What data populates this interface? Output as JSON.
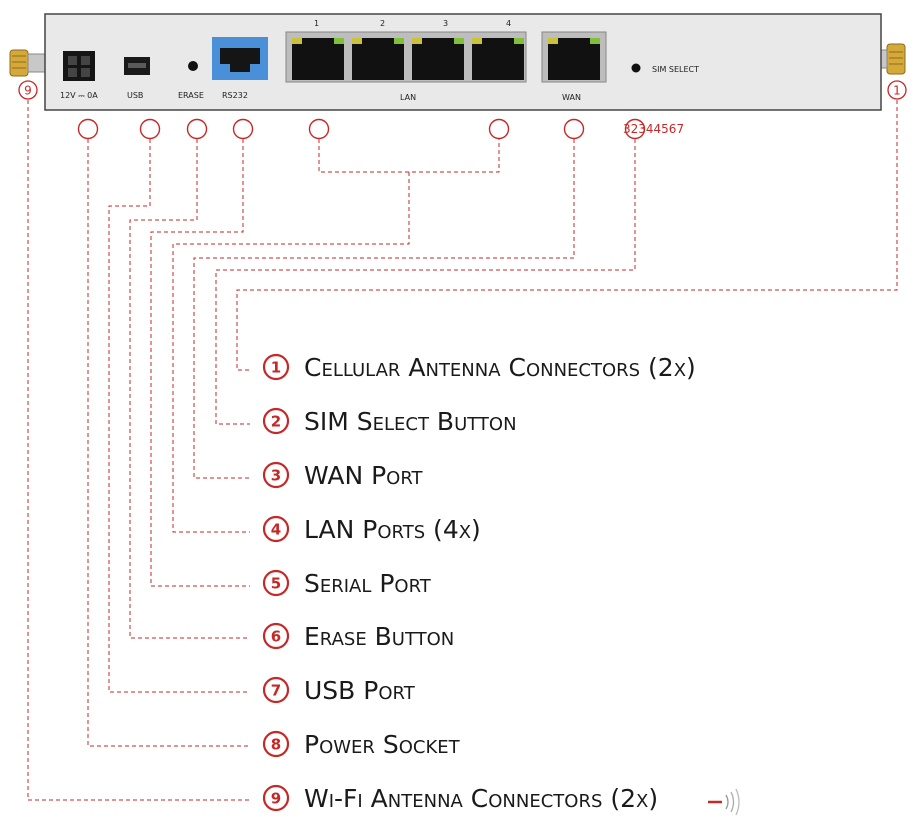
{
  "panel": {
    "power_label": "12V ⎓ 0A",
    "usb_label": "USB",
    "erase_label": "ERASE",
    "rs232_label": "RS232",
    "lan_label": "LAN",
    "lan_numbers": [
      "1",
      "2",
      "3",
      "4"
    ],
    "wan_label": "WAN",
    "sim_label": "SIM SELECT"
  },
  "side_markers": {
    "left": "9",
    "right": "1"
  },
  "code_text": "32344567",
  "legend": [
    {
      "num": "1",
      "text": "Cellular Antenna Connectors (2x)"
    },
    {
      "num": "2",
      "text": "SIM Select Button"
    },
    {
      "num": "3",
      "text": "WAN Port"
    },
    {
      "num": "4",
      "text": "LAN Ports (4x)"
    },
    {
      "num": "5",
      "text": "Serial Port"
    },
    {
      "num": "6",
      "text": "Erase Button"
    },
    {
      "num": "7",
      "text": "USB Port"
    },
    {
      "num": "8",
      "text": "Power Socket"
    },
    {
      "num": "9",
      "text": "Wi-Fi Antenna Connectors (2x)"
    }
  ],
  "colors": {
    "accent": "#c62828",
    "panel": "#e9e9e9",
    "port_blue": "#4a90d9"
  }
}
